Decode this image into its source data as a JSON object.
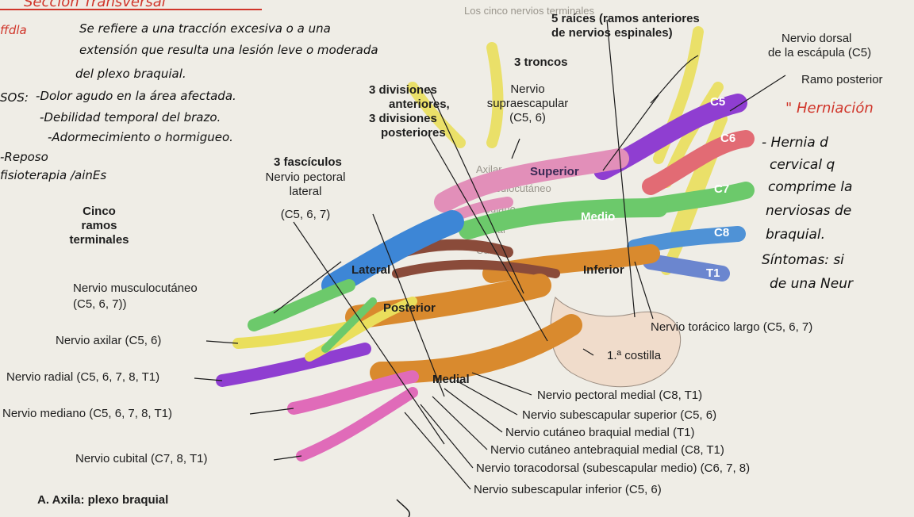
{
  "colors": {
    "paper": "#efede6",
    "c5": "#8f3ed1",
    "c6": "#e26b74",
    "c7": "#6cc96b",
    "c8": "#4f92d6",
    "t1": "#6b86cf",
    "lateral": "#3d86d6",
    "posterior": "#d98a2e",
    "medial": "#e06bb9",
    "yellow": "#eadf5c",
    "brown": "#8a4b3a",
    "ink": "#d0352a"
  },
  "handwriting": {
    "header": "Sección Transversal",
    "fig_word": "ffdla",
    "line1": "Se refiere a una tracción excesiva o a una",
    "line2": "extensión que resulta una lesión leve o moderada",
    "line3": "del plexo braquial.",
    "sos_prefix": "SOS:",
    "sos1": "-Dolor agudo en la área afectada.",
    "sos2": "-Debilidad temporal del brazo.",
    "sos3": "-Adormecimiento o hormigueo.",
    "rest1": "-Reposo",
    "rest2": "fisioterapia /ainEs",
    "right_title": "\" Herniación",
    "right1": "- Hernia d",
    "right2": "cervical q",
    "right3": "comprime la",
    "right4": "nerviosas de",
    "right5": "braquial.",
    "right6": "Síntomas: si",
    "right7": "de una Neur"
  },
  "labels": {
    "roots": "5 raíces (ramos anteriores",
    "roots2": "de nervios espinales)",
    "trunks": "3 troncos",
    "divisions": "3 divisiones",
    "anteriores": "anteriores,",
    "divisions2": "3 divisiones",
    "posteriores": "posteriores",
    "fascicles": "3 fascículos",
    "terminal": "Cinco",
    "terminal2": "ramos",
    "terminal3": "terminales",
    "dorsal": "Nervio dorsal",
    "dorsal2": "de la escápula (C5)",
    "ramo_post": "Ramo posterior",
    "supra": "Nervio",
    "supra2": "supraescapular",
    "supra3": "(C5, 6)",
    "pectoral_lat": "Nervio pectoral",
    "pectoral_lat2": "lateral",
    "pectoral_lat3": "(C5, 6, 7)",
    "superior": "Superior",
    "medio": "Medio",
    "inferior": "Inferior",
    "lateral": "Lateral",
    "posterior": "Posterior",
    "medial": "Medial",
    "c5": "C5",
    "c6": "C6",
    "c7": "C7",
    "c8": "C8",
    "t1": "T1",
    "musculo": "Nervio musculocutáneo",
    "musculo2": "(C5, 6, 7))",
    "axilar": "Nervio axilar (C5, 6)",
    "radial": "Nervio radial (C5, 6, 7, 8, T1)",
    "mediano": "Nervio mediano (C5, 6, 7, 8, T1)",
    "cubital": "Nervio cubital (C7, 8, T1)",
    "toracico": "Nervio torácico largo (C5, 6, 7)",
    "costilla": "1.ª costilla",
    "pect_med": "Nervio pectoral medial (C8, T1)",
    "subesc_sup": "Nervio subescapular superior (C5, 6)",
    "cut_braq": "Nervio cutáneo braquial medial (T1)",
    "cut_ante": "Nervio cutáneo antebraquial medial (C8, T1)",
    "toracodorsal": "Nervio toracodorsal (subescapular medio) (C6, 7, 8)",
    "subesc_inf": "Nervio subescapular inferior (C5, 6)",
    "figure_title": "A. Axila: plexo braquial"
  },
  "background_text": {
    "t1": "Los cinco nervios terminales",
    "t2": "Axilar",
    "t3": "Musculocutáneo",
    "t4": "Mediano",
    "t5": "Radial",
    "t6": "Cubital"
  }
}
